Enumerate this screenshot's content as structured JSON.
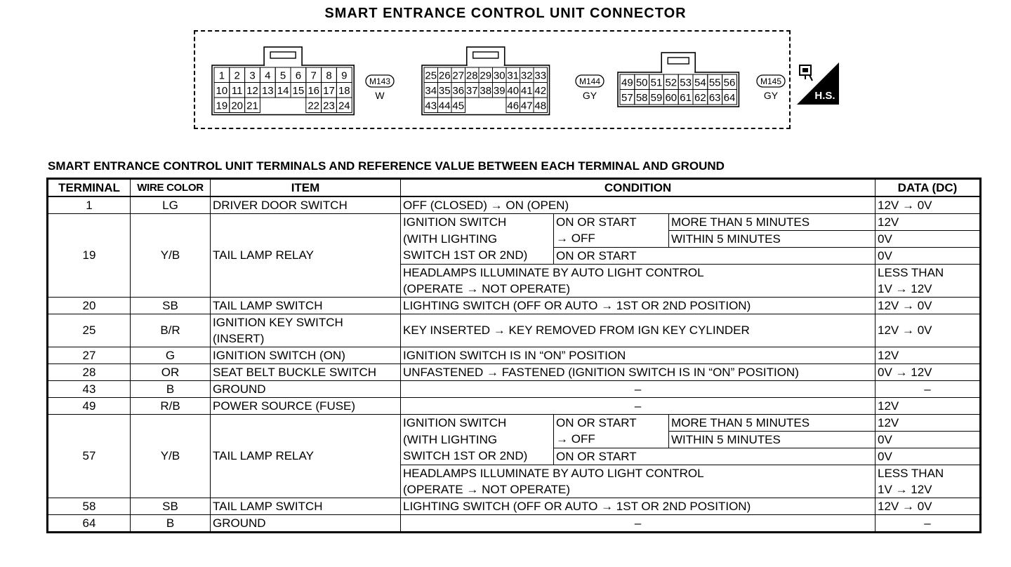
{
  "title": "SMART ENTRANCE CONTROL UNIT CONNECTOR",
  "connectors": [
    {
      "id": "M143",
      "color": "W",
      "rows": [
        [
          "1",
          "2",
          "3",
          "4",
          "5",
          "6",
          "7",
          "8",
          "9"
        ],
        [
          "10",
          "11",
          "12",
          "13",
          "14",
          "15",
          "16",
          "17",
          "18"
        ],
        [
          "19",
          "20",
          "21",
          "22",
          "23",
          "24"
        ]
      ]
    },
    {
      "id": "M144",
      "color": "GY",
      "rows": [
        [
          "25",
          "26",
          "27",
          "28",
          "29",
          "30",
          "31",
          "32",
          "33"
        ],
        [
          "34",
          "35",
          "36",
          "37",
          "38",
          "39",
          "40",
          "41",
          "42"
        ],
        [
          "43",
          "44",
          "45",
          "46",
          "47",
          "48"
        ]
      ]
    },
    {
      "id": "M145",
      "color": "GY",
      "rows": [
        [
          "49",
          "50",
          "51",
          "52",
          "53",
          "54",
          "55",
          "56"
        ],
        [
          "57",
          "58",
          "59",
          "60",
          "61",
          "62",
          "63",
          "64"
        ]
      ]
    }
  ],
  "hs_badge": {
    "label": "H.S.",
    "icon": "connector-hs-icon"
  },
  "table": {
    "caption": "SMART ENTRANCE CONTROL UNIT TERMINALS AND REFERENCE VALUE BETWEEN EACH TERMINAL AND GROUND",
    "headers": {
      "terminal": "TERMINAL",
      "wire": "WIRE COLOR",
      "item": "ITEM",
      "condition": "CONDITION",
      "data": "DATA (DC)"
    },
    "rows": {
      "t1": {
        "terminal": "1",
        "wire": "LG",
        "item": "DRIVER DOOR SWITCH",
        "condition": "OFF (CLOSED)  → ON (OPEN)",
        "data": "12V  → 0V"
      },
      "t19": {
        "terminal": "19",
        "wire": "Y/B",
        "item": "TAIL LAMP RELAY",
        "ign1": "IGNITION SWITCH",
        "ign2": "(WITH LIGHTING",
        "ign3": "SWITCH 1ST OR 2ND)",
        "onstart_a": "ON OR START",
        "onstart_b": "→ OFF",
        "more": "MORE THAN 5 MINUTES",
        "within": "WITHIN 5 MINUTES",
        "onstart2": "ON OR START",
        "d_more": "12V",
        "d_within": "0V",
        "d_onstart": "0V",
        "head1": "HEADLAMPS ILLUMINATE BY AUTO LIGHT CONTROL",
        "head2": "(OPERATE → NOT OPERATE)",
        "d_head1": "LESS THAN",
        "d_head2": "1V → 12V"
      },
      "t20": {
        "terminal": "20",
        "wire": "SB",
        "item": "TAIL LAMP SWITCH",
        "condition": "LIGHTING SWITCH (OFF OR AUTO → 1ST OR 2ND POSITION)",
        "data": "12V → 0V"
      },
      "t25": {
        "terminal": "25",
        "wire": "B/R",
        "item1": "IGNITION KEY SWITCH",
        "item2": "(INSERT)",
        "condition": "KEY INSERTED → KEY REMOVED FROM IGN KEY CYLINDER",
        "data": "12V → 0V"
      },
      "t27": {
        "terminal": "27",
        "wire": "G",
        "item": "IGNITION SWITCH (ON)",
        "condition": "IGNITION SWITCH IS IN “ON” POSITION",
        "data": "12V"
      },
      "t28": {
        "terminal": "28",
        "wire": "OR",
        "item": "SEAT BELT BUCKLE SWITCH",
        "condition": "UNFASTENED  →  FASTENED (IGNITION SWITCH IS IN “ON” POSITION)",
        "data": "0V → 12V"
      },
      "t43": {
        "terminal": "43",
        "wire": "B",
        "item": "GROUND",
        "condition": "–",
        "data": "–"
      },
      "t49": {
        "terminal": "49",
        "wire": "R/B",
        "item": "POWER SOURCE (FUSE)",
        "condition": "–",
        "data": "12V"
      },
      "t57": {
        "terminal": "57",
        "wire": "Y/B",
        "item": "TAIL LAMP RELAY",
        "ign1": "IGNITION SWITCH",
        "ign2": "(WITH LIGHTING",
        "ign3": "SWITCH 1ST OR 2ND)",
        "onstart_a": "ON OR START",
        "onstart_b": " → OFF",
        "more": "MORE THAN 5 MINUTES",
        "within": "WITHIN 5 MINUTES",
        "onstart2": "ON OR START",
        "d_more": "12V",
        "d_within": "0V",
        "d_onstart": "0V",
        "head1": "HEADLAMPS ILLUMINATE BY AUTO LIGHT CONTROL",
        "head2": "(OPERATE  →  NOT OPERATE)",
        "d_head1": "LESS THAN",
        "d_head2": "1V → 12V"
      },
      "t58": {
        "terminal": "58",
        "wire": "SB",
        "item": "TAIL LAMP SWITCH",
        "condition": "LIGHTING SWITCH (OFF OR AUTO  →  1ST OR 2ND POSITION)",
        "data": "12V → 0V"
      },
      "t64": {
        "terminal": "64",
        "wire": "B",
        "item": "GROUND",
        "condition": "–",
        "data": "–"
      }
    }
  }
}
